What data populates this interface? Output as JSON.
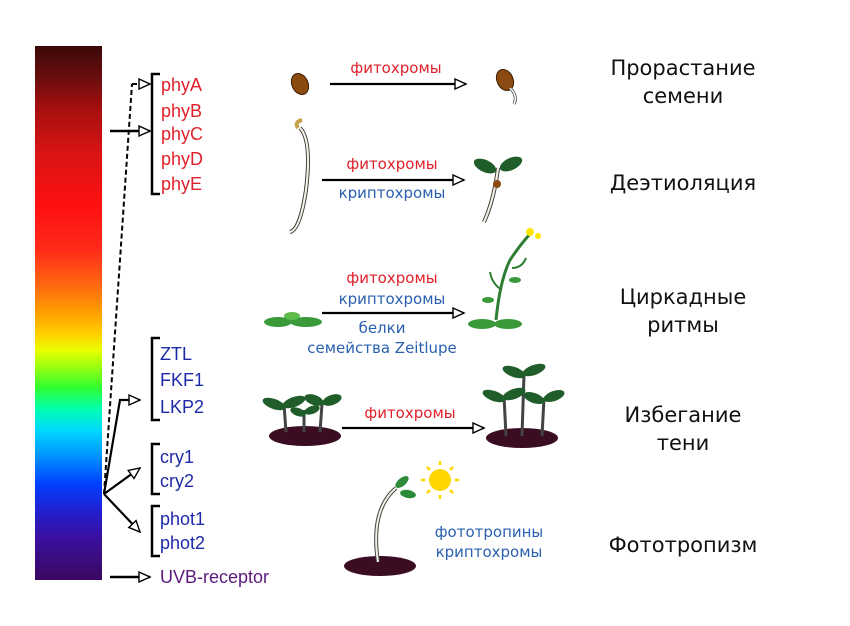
{
  "receptors": {
    "phytochromes": [
      "phyA",
      "phyB",
      "phyC",
      "phyD",
      "phyE"
    ],
    "zeitlupe": [
      "ZTL",
      "FKF1",
      "LKP2"
    ],
    "cryptochromes": [
      "cry1",
      "cry2"
    ],
    "phototropins": [
      "phot1",
      "phot2"
    ],
    "uvb": "UVB-receptor"
  },
  "processes": [
    {
      "name_line1": "Прорастание",
      "name_line2": "семени",
      "labels_above": [
        "фитохромы"
      ],
      "labels_below": []
    },
    {
      "name_line1": "Деэтиоляция",
      "name_line2": "",
      "labels_above": [
        "фитохромы"
      ],
      "labels_below": [
        "криптохромы"
      ]
    },
    {
      "name_line1": "Циркадные",
      "name_line2": "ритмы",
      "labels_above": [
        "фитохромы",
        "криптохромы"
      ],
      "labels_below": [
        "белки",
        "семейства Zeitlupe"
      ]
    },
    {
      "name_line1": "Избегание",
      "name_line2": "тени",
      "labels_above": [
        "фитохромы"
      ],
      "labels_below": []
    },
    {
      "name_line1": "Фототропизм",
      "name_line2": "",
      "labels_above": [
        "фототропины",
        "криптохромы"
      ],
      "labels_below": []
    }
  ],
  "colors": {
    "phytochrome_text": "#e0202a",
    "blue_receptor_text": "#1e2aa8",
    "uvb_text": "#5b1a7e",
    "process_label_blue": "#2a60b0",
    "plant_green": "#2e7d32",
    "soil": "#3a0d22",
    "sun": "#ffd500"
  }
}
